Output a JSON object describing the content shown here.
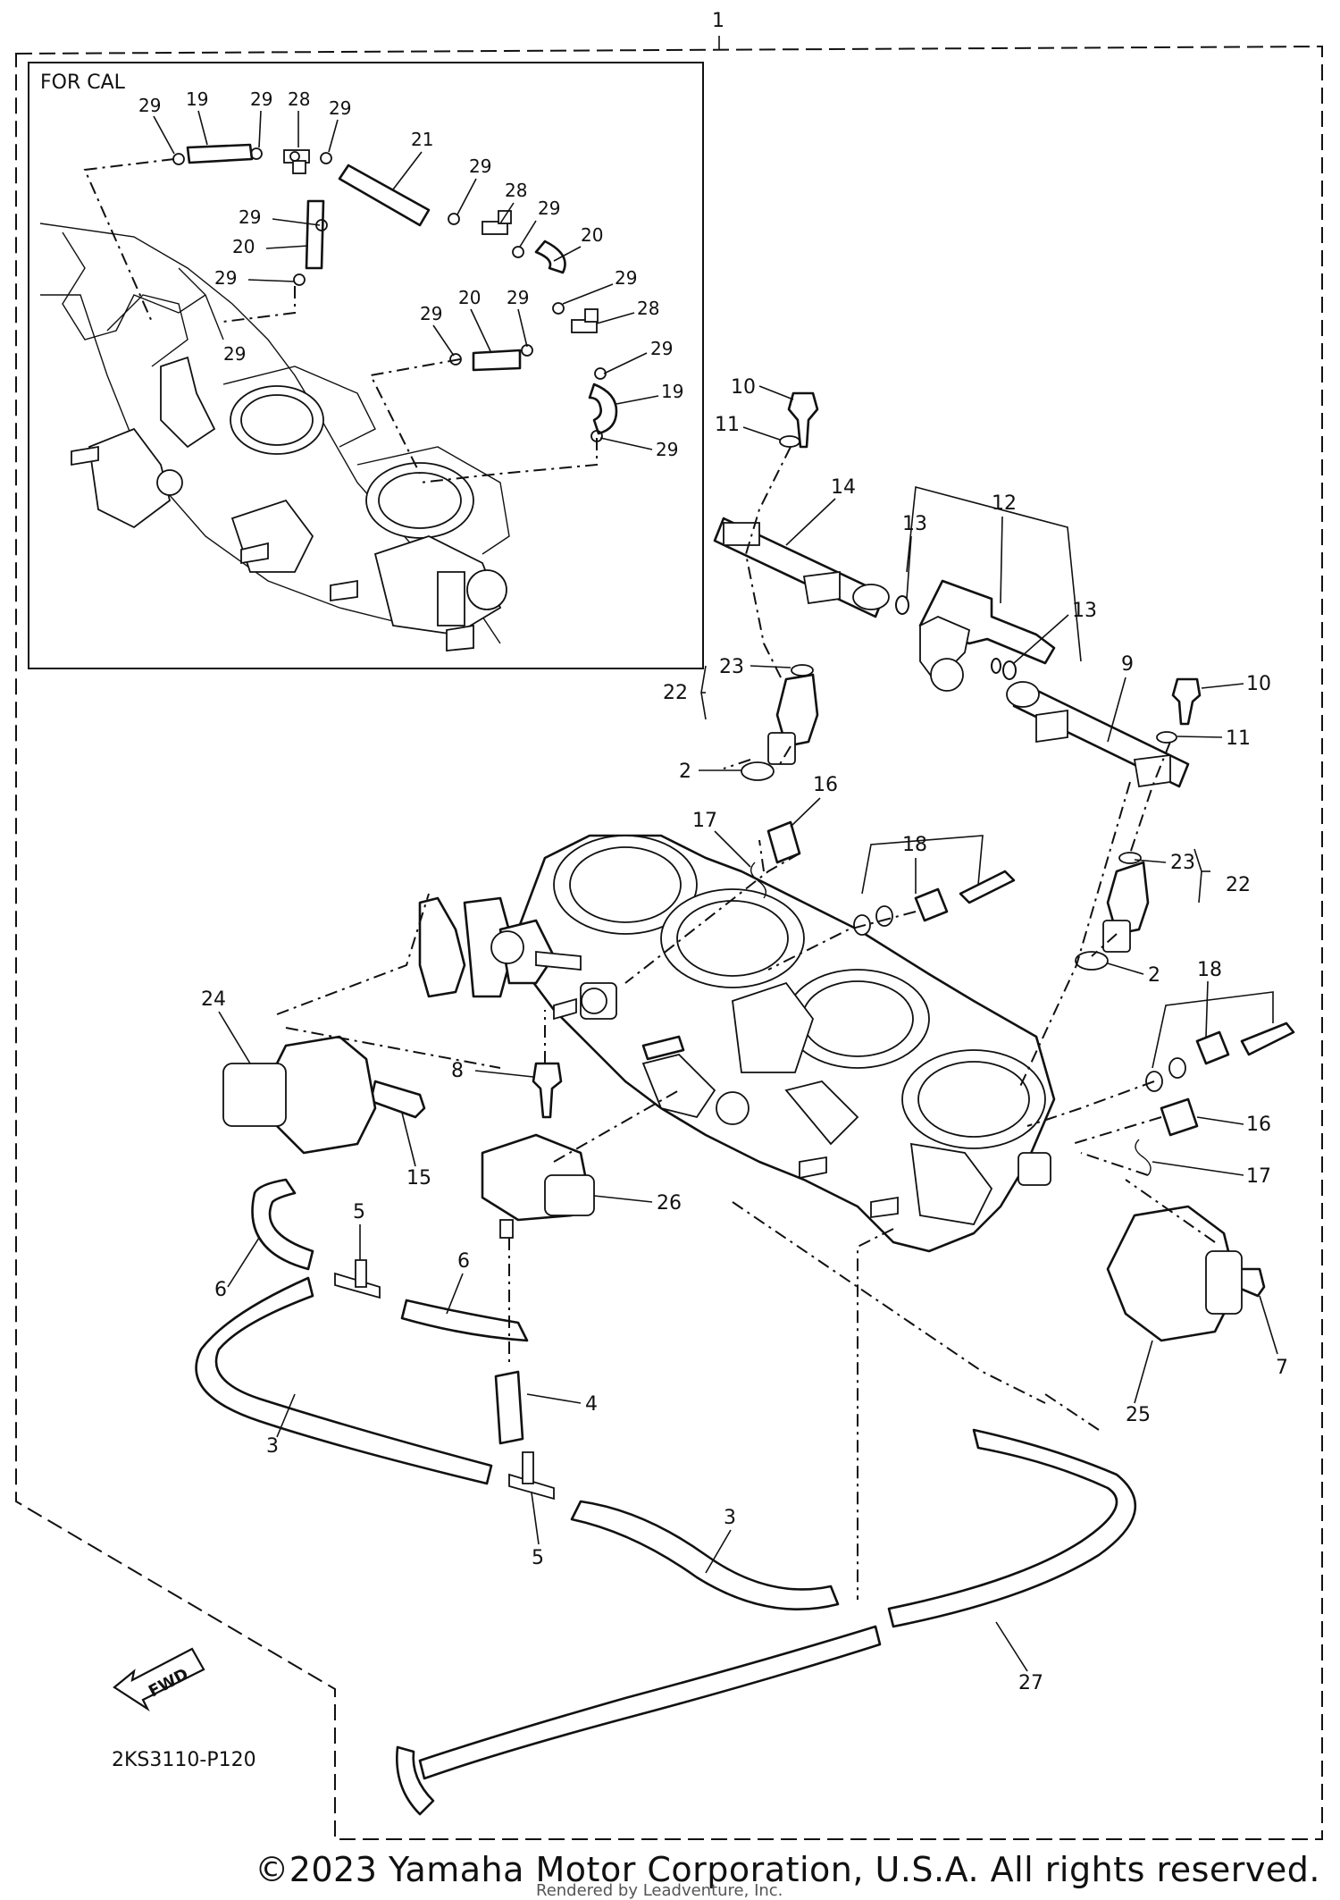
{
  "inset_title": "FOR CAL",
  "diagram_code": "2KS3110-P120",
  "fwd_label": "FWD",
  "copyright": "©2023 Yamaha Motor Corporation, U.S.A. All rights reserved.",
  "rendered_by": "Rendered by Leadventure, Inc.",
  "callouts": {
    "c1": "1",
    "c2a": "2",
    "c2b": "2",
    "c3a": "3",
    "c3b": "3",
    "c4": "4",
    "c5a": "5",
    "c5b": "5",
    "c6a": "6",
    "c6b": "6",
    "c7": "7",
    "c8": "8",
    "c9": "9",
    "c10a": "10",
    "c10b": "10",
    "c11a": "11",
    "c11b": "11",
    "c12": "12",
    "c13a": "13",
    "c13b": "13",
    "c14": "14",
    "c15": "15",
    "c16a": "16",
    "c16b": "16",
    "c17a": "17",
    "c17b": "17",
    "c18a": "18",
    "c18b": "18",
    "c19a": "19",
    "c19b": "19",
    "c20a": "20",
    "c20b": "20",
    "c20c": "20",
    "c21": "21",
    "c22a": "22",
    "c22b": "22",
    "c23a": "23",
    "c23b": "23",
    "c24": "24",
    "c25": "25",
    "c26": "26",
    "c27": "27",
    "c28a": "28",
    "c28b": "28",
    "c28c": "28",
    "c29a": "29",
    "c29b": "29",
    "c29c": "29",
    "c29d": "29",
    "c29e": "29",
    "c29f": "29",
    "c29g": "29",
    "c29h": "29",
    "c29i": "29",
    "c29j": "29",
    "c29k": "29",
    "c29l": "29",
    "c29m": "29"
  }
}
